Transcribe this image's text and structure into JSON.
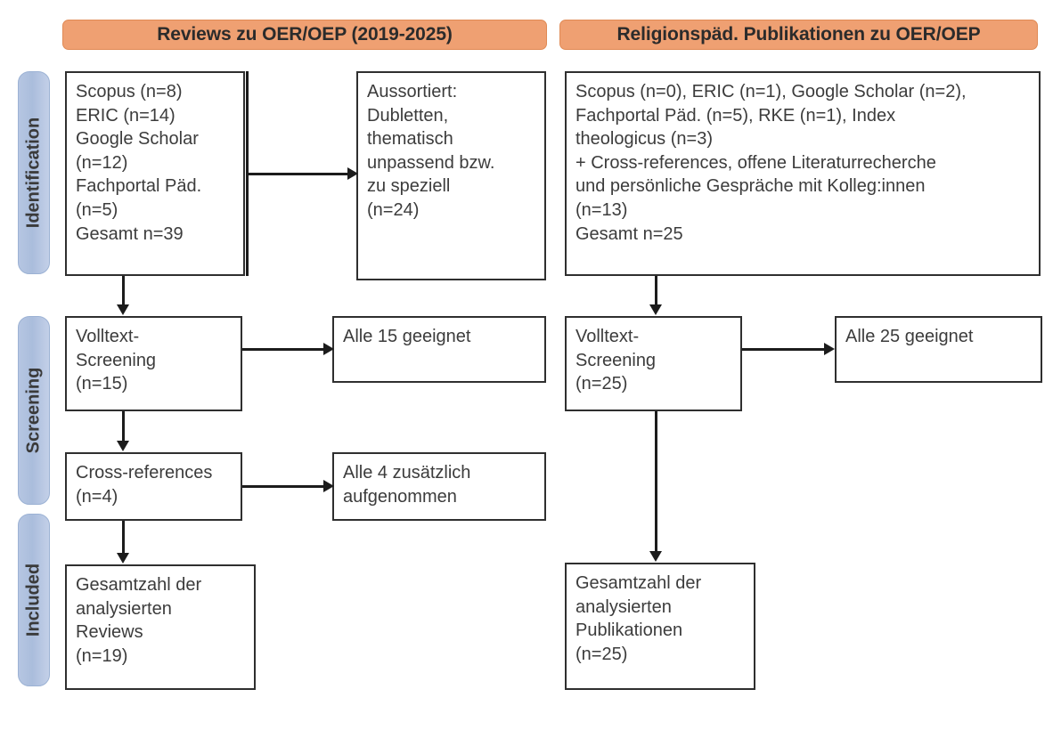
{
  "columns": {
    "left": {
      "header": "Reviews zu OER/OEP (2019-2025)"
    },
    "right": {
      "header": "Religionspäd. Publikationen zu OER/OEP"
    }
  },
  "stages": [
    {
      "label": "Identification"
    },
    {
      "label": "Screening"
    },
    {
      "label": "Included"
    }
  ],
  "left_boxes": {
    "sources": {
      "lines": [
        "Scopus (n=8)",
        "ERIC (n=14)",
        "Google Scholar",
        "(n=12)",
        "Fachportal Päd.",
        "(n=5)",
        "Gesamt n=39"
      ]
    },
    "excluded": {
      "lines": [
        "Aussortiert:",
        "Dubletten,",
        "thematisch",
        "unpassend bzw.",
        "zu speziell",
        "(n=24)"
      ]
    },
    "fulltext": {
      "lines": [
        "Volltext-",
        "Screening",
        "(n=15)"
      ]
    },
    "fulltext_result": {
      "lines": [
        "Alle 15 geeignet"
      ]
    },
    "crossrefs": {
      "lines": [
        "Cross-references",
        "(n=4)"
      ]
    },
    "crossrefs_result": {
      "lines": [
        "Alle 4 zusätzlich",
        "aufgenommen"
      ]
    },
    "included": {
      "lines": [
        "Gesamtzahl der",
        "analysierten",
        "Reviews",
        "(n=19)"
      ]
    }
  },
  "right_boxes": {
    "sources": {
      "lines": [
        "Scopus (n=0), ERIC (n=1), Google Scholar (n=2),",
        "Fachportal Päd. (n=5), RKE (n=1), Index",
        "theologicus (n=3)",
        "+ Cross-references, offene Literaturrecherche",
        "und persönliche Gespräche mit Kolleg:innen",
        "(n=13)",
        "Gesamt n=25"
      ]
    },
    "fulltext": {
      "lines": [
        "Volltext-",
        "Screening",
        "(n=25)"
      ]
    },
    "fulltext_result": {
      "lines": [
        "Alle 25 geeignet"
      ]
    },
    "included": {
      "lines": [
        "Gesamtzahl der",
        "analysierten",
        "Publikationen",
        "(n=25)"
      ]
    }
  },
  "colors": {
    "header_orange": "#efa072",
    "stage_blue": "#aabddc",
    "box_border": "#2f2f2f",
    "connector": "#1c1c1c",
    "text": "#3c3c3c"
  }
}
